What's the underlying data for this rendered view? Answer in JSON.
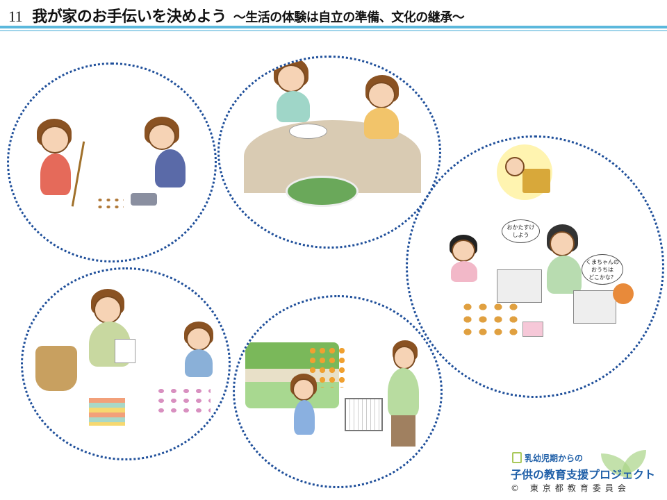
{
  "header": {
    "number": "11",
    "title": "我が家のお手伝いを決めよう",
    "subtitle": "～生活の体験は自立の準備、文化の継承～",
    "accent_color": "#5bb8dc"
  },
  "scenes": [
    {
      "id": "sweeping"
    },
    {
      "id": "table-setting"
    },
    {
      "id": "tidying-toys",
      "bubbles": [
        "おかたすけ\nしよう",
        "くまちゃんの\nおうちは\nどこかな？"
      ]
    },
    {
      "id": "folding-laundry"
    },
    {
      "id": "shopping"
    }
  ],
  "logo": {
    "line1": "乳幼児期からの",
    "line2": "子供の教育支援プロジェクト",
    "line3": "© 東京都教育委員会",
    "color": "#1f5fa8"
  },
  "circle_border_color": "#1f4f9a"
}
